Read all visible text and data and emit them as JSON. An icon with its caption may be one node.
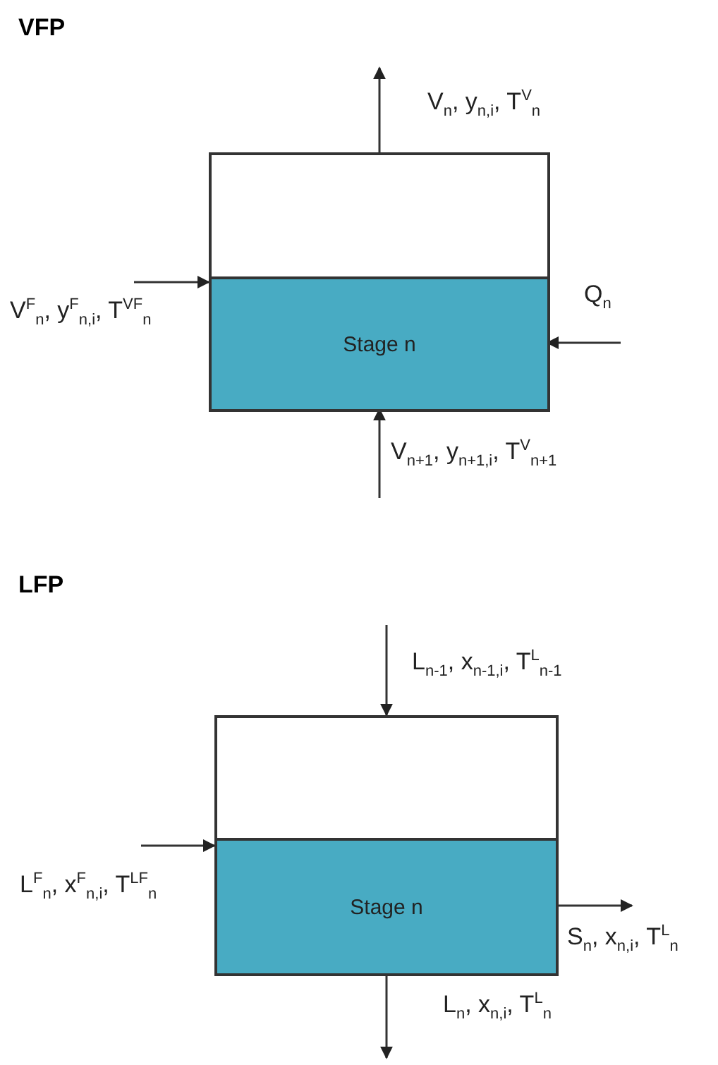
{
  "diagram": {
    "nodes": [
      {
        "text": [],
        "shape": "box"
      },
      {
        "text": [
          "Stage n"
        ],
        "in": 0
      },
      {
        "text": [],
        "shape": "box"
      },
      {
        "text": [
          "Stage n"
        ],
        "in": 2
      }
    ],
    "edges": [
      {
        "from": 0,
        "to": null,
        "arrow": "to",
        "label": "V$_{n}$, y$_{n,i}$, T$^{V}$$_{n}$"
      },
      {
        "from": null,
        "to": 0,
        "arrow": "to",
        "label": "V$^{F}$$_{n}$, y$^{F}$$_{n,i}$, T$^{VF}$$_{n}$"
      },
      {
        "from": null,
        "to": 1,
        "arrow": "to",
        "label": "Q$_{n}$"
      },
      {
        "from": null,
        "to": 1,
        "arrow": "to",
        "label": "V$_{n+1}$, y$_{n+1,i}$, T$^{V}$$_{n+1}$"
      },
      {
        "from": null,
        "to": 2,
        "arrow": "to",
        "label": "L$_{n-1}$, x$_{n-1,i}$, T$^{L}$$_{n-1}$"
      },
      {
        "from": null,
        "to": 2,
        "arrow": "to",
        "label": "L$^{F}$$_{n}$, x$^{F}$$_{n,i}$, T$^{LF}$$_{n}$"
      },
      {
        "from": 3,
        "to": null,
        "arrow": "to",
        "label": "S$_{n}$, x$_{n,i}$, T$^{L}$$_{n}$"
      },
      {
        "from": 3,
        "to": null,
        "arrow": "to",
        "label": "L$_{n}$, x$_{n,i}$, T$^{L}$$_{n}$"
      }
    ],
    "labels": [
      "VFP",
      "LFP"
    ]
  }
}
